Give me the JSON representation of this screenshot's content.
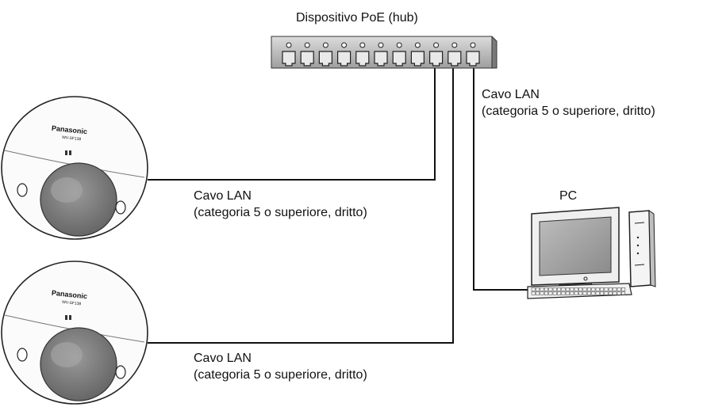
{
  "hub": {
    "title": "Dispositivo PoE (hub)",
    "port_count": 11,
    "icon": "network-hub-icon"
  },
  "cables": {
    "pc_cable": {
      "title": "Cavo LAN",
      "spec": "(categoria 5 o superiore, dritto)"
    },
    "camera1_cable": {
      "title": "Cavo LAN",
      "spec": "(categoria 5 o superiore, dritto)"
    },
    "camera2_cable": {
      "title": "Cavo LAN",
      "spec": "(categoria 5 o superiore, dritto)"
    }
  },
  "pc": {
    "label": "PC",
    "icon": "desktop-computer-icon"
  },
  "cameras": [
    {
      "brand": "Panasonic",
      "model": "WV-SF138",
      "icon": "dome-camera-icon"
    },
    {
      "brand": "Panasonic",
      "model": "WV-SF138",
      "icon": "dome-camera-icon"
    }
  ],
  "colors": {
    "line": "#111111",
    "hub_body": "#c9c9c9",
    "camera_body": "#f4f4f4"
  }
}
